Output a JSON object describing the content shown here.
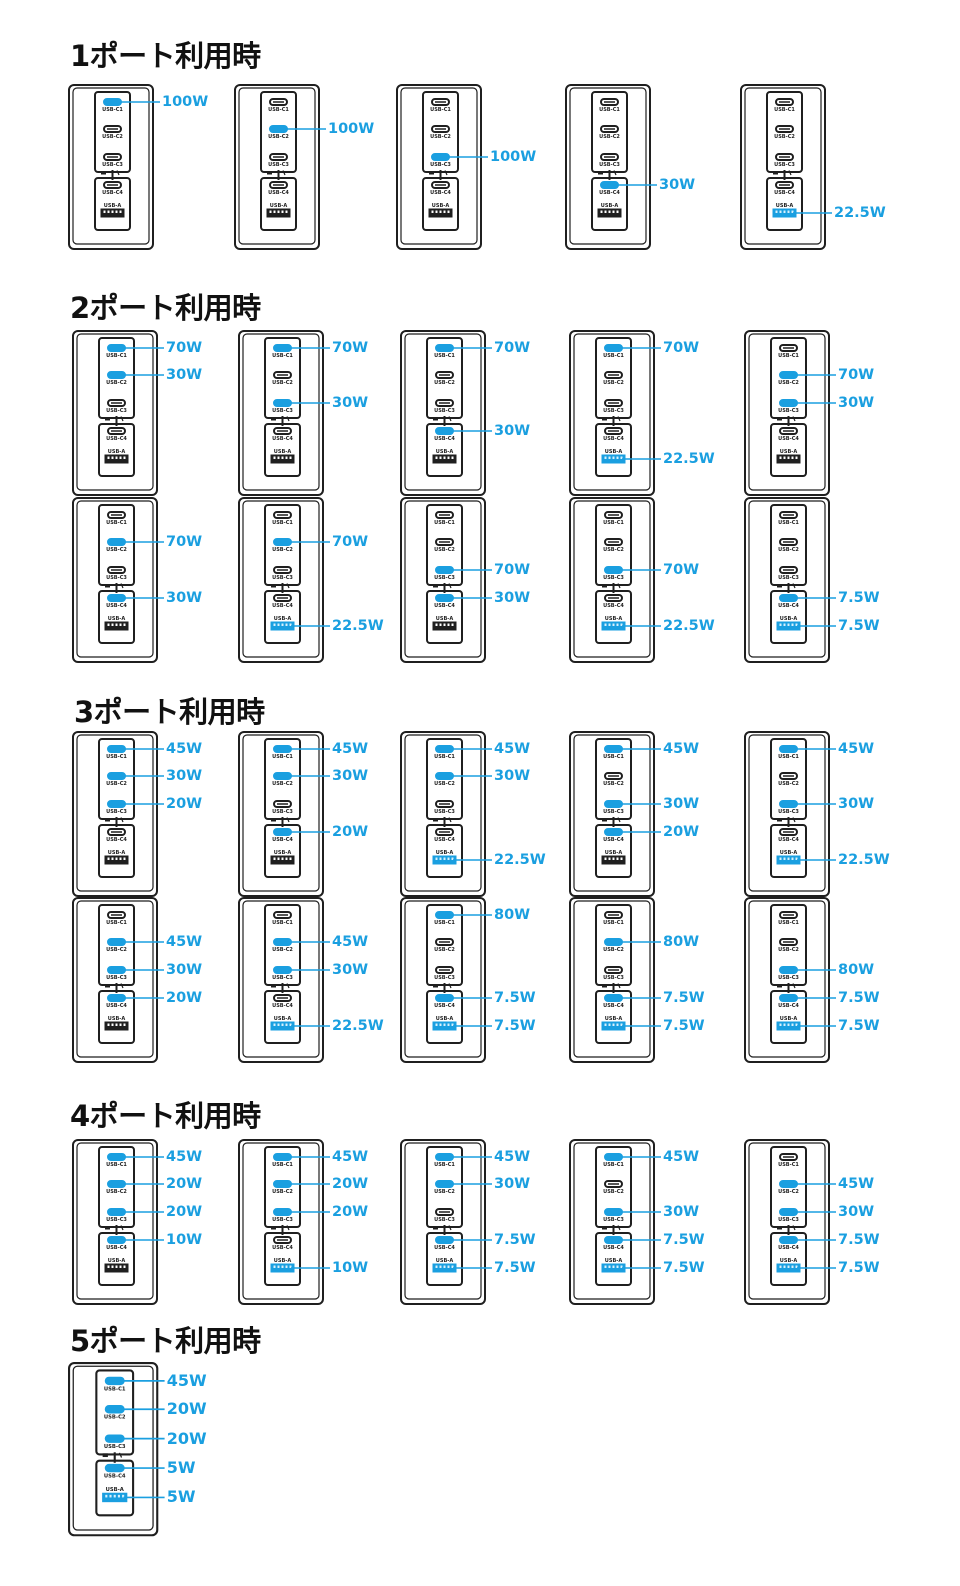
{
  "colors": {
    "active": "#1a9fe0",
    "inactive": "#1f1f1f",
    "body_outline": "#1f1f1f"
  },
  "port_labels": [
    "USB-C1",
    "USB-C2",
    "USB-C3",
    "USB-C4",
    "USB-A"
  ],
  "sections": [
    {
      "title": "1ポート利用時",
      "configs": [
        {
          "ports": [
            "100W",
            "",
            "",
            "",
            ""
          ]
        },
        {
          "ports": [
            "",
            "100W",
            "",
            "",
            ""
          ]
        },
        {
          "ports": [
            "",
            "",
            "100W",
            "",
            ""
          ]
        },
        {
          "ports": [
            "",
            "",
            "",
            "30W",
            ""
          ]
        },
        {
          "ports": [
            "",
            "",
            "",
            "",
            "22.5W"
          ]
        }
      ]
    },
    {
      "title": "2ポート利用時",
      "configs": [
        {
          "ports": [
            "70W",
            "30W",
            "",
            "",
            ""
          ]
        },
        {
          "ports": [
            "70W",
            "",
            "30W",
            "",
            ""
          ]
        },
        {
          "ports": [
            "70W",
            "",
            "",
            "30W",
            ""
          ]
        },
        {
          "ports": [
            "70W",
            "",
            "",
            "",
            "22.5W"
          ]
        },
        {
          "ports": [
            "",
            "70W",
            "30W",
            "",
            ""
          ]
        },
        {
          "ports": [
            "",
            "70W",
            "",
            "30W",
            ""
          ]
        },
        {
          "ports": [
            "",
            "70W",
            "",
            "",
            "22.5W"
          ]
        },
        {
          "ports": [
            "",
            "",
            "70W",
            "30W",
            ""
          ]
        },
        {
          "ports": [
            "",
            "",
            "70W",
            "",
            "22.5W"
          ]
        },
        {
          "ports": [
            "",
            "",
            "",
            "7.5W",
            "7.5W"
          ]
        }
      ]
    },
    {
      "title": "3ポート利用時",
      "configs": [
        {
          "ports": [
            "45W",
            "30W",
            "20W",
            "",
            ""
          ]
        },
        {
          "ports": [
            "45W",
            "30W",
            "",
            "20W",
            ""
          ]
        },
        {
          "ports": [
            "45W",
            "30W",
            "",
            "",
            "22.5W"
          ]
        },
        {
          "ports": [
            "45W",
            "",
            "30W",
            "20W",
            ""
          ]
        },
        {
          "ports": [
            "45W",
            "",
            "30W",
            "",
            "22.5W"
          ]
        },
        {
          "ports": [
            "",
            "45W",
            "30W",
            "20W",
            ""
          ]
        },
        {
          "ports": [
            "",
            "45W",
            "30W",
            "",
            "22.5W"
          ]
        },
        {
          "ports": [
            "80W",
            "",
            "",
            "7.5W",
            "7.5W"
          ]
        },
        {
          "ports": [
            "",
            "80W",
            "",
            "7.5W",
            "7.5W"
          ]
        },
        {
          "ports": [
            "",
            "",
            "80W",
            "7.5W",
            "7.5W"
          ]
        }
      ]
    },
    {
      "title": "4ポート利用時",
      "configs": [
        {
          "ports": [
            "45W",
            "20W",
            "20W",
            "10W",
            ""
          ]
        },
        {
          "ports": [
            "45W",
            "20W",
            "20W",
            "",
            "10W"
          ]
        },
        {
          "ports": [
            "45W",
            "30W",
            "",
            "7.5W",
            "7.5W"
          ]
        },
        {
          "ports": [
            "45W",
            "",
            "30W",
            "7.5W",
            "7.5W"
          ]
        },
        {
          "ports": [
            "",
            "45W",
            "30W",
            "7.5W",
            "7.5W"
          ]
        }
      ]
    },
    {
      "title": "5ポート利用時",
      "configs": [
        {
          "ports": [
            "45W",
            "20W",
            "20W",
            "5W",
            "5W"
          ]
        }
      ]
    }
  ]
}
